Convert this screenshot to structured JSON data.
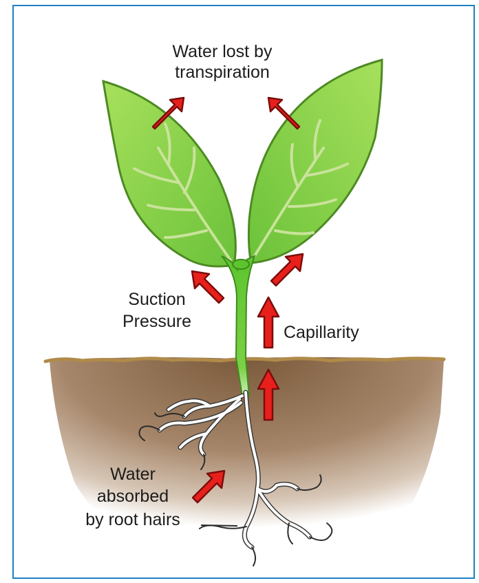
{
  "labels": {
    "transpiration_line1": "Water lost by",
    "transpiration_line2": "transpiration",
    "suction_line1": "Suction",
    "suction_line2": "Pressure",
    "capillarity": "Capillarity",
    "absorbed_line1": "Water",
    "absorbed_line2": "absorbed",
    "absorbed_line3": "by root hairs"
  },
  "colors": {
    "frame_border": "#1f7fc4",
    "leaf": "#8fd44a",
    "leaf_dark": "#5ea82b",
    "vein": "#c9e39a",
    "stem": "#5cc52e",
    "soil_top": "#8b6a45",
    "soil_surface": "#b08a4a",
    "root": "#ffffff",
    "arrow_fill": "#e8201c",
    "arrow_stroke": "#7a0d0b"
  },
  "icons": [
    "leaf",
    "stem",
    "root",
    "soil",
    "arrow"
  ]
}
